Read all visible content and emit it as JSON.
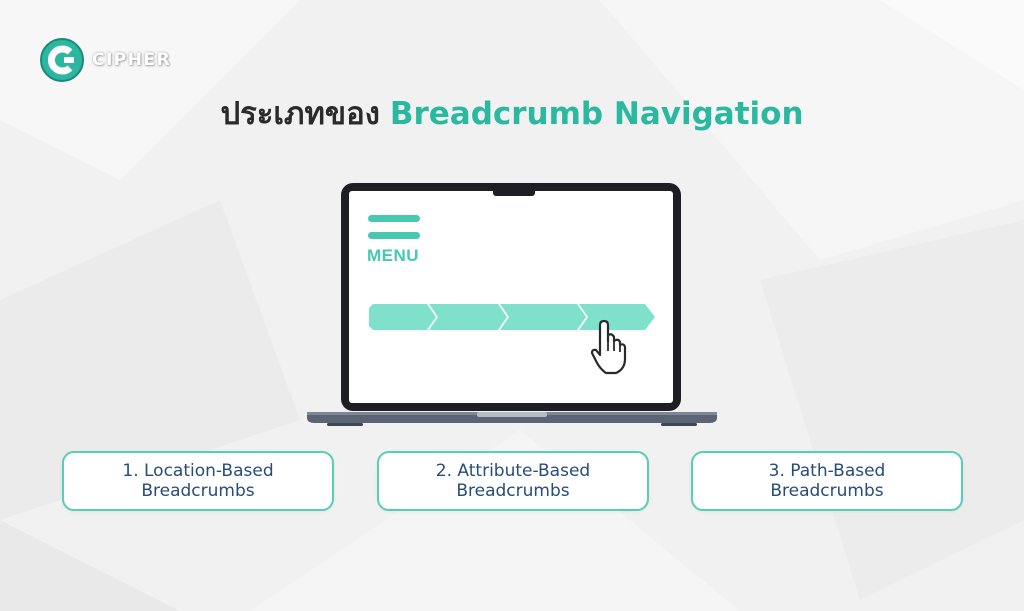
{
  "brand": {
    "name": "CIPHER",
    "color": "#2bb8a0"
  },
  "title": {
    "part1": "ประเภทของ",
    "part2": "Breadcrumb Navigation"
  },
  "screen": {
    "menu_label": "MENU",
    "breadcrumb_segments": 4
  },
  "cards": [
    {
      "line1": "1. Location-Based",
      "line2": "Breadcrumbs"
    },
    {
      "line1": "2. Attribute-Based",
      "line2": "Breadcrumbs"
    },
    {
      "line1": "3. Path-Based",
      "line2": "Breadcrumbs"
    }
  ],
  "colors": {
    "accent": "#2bb8a0",
    "breadcrumb": "#7fe0cb",
    "card_text": "#274c7a",
    "card_border": "#58cdb7"
  }
}
